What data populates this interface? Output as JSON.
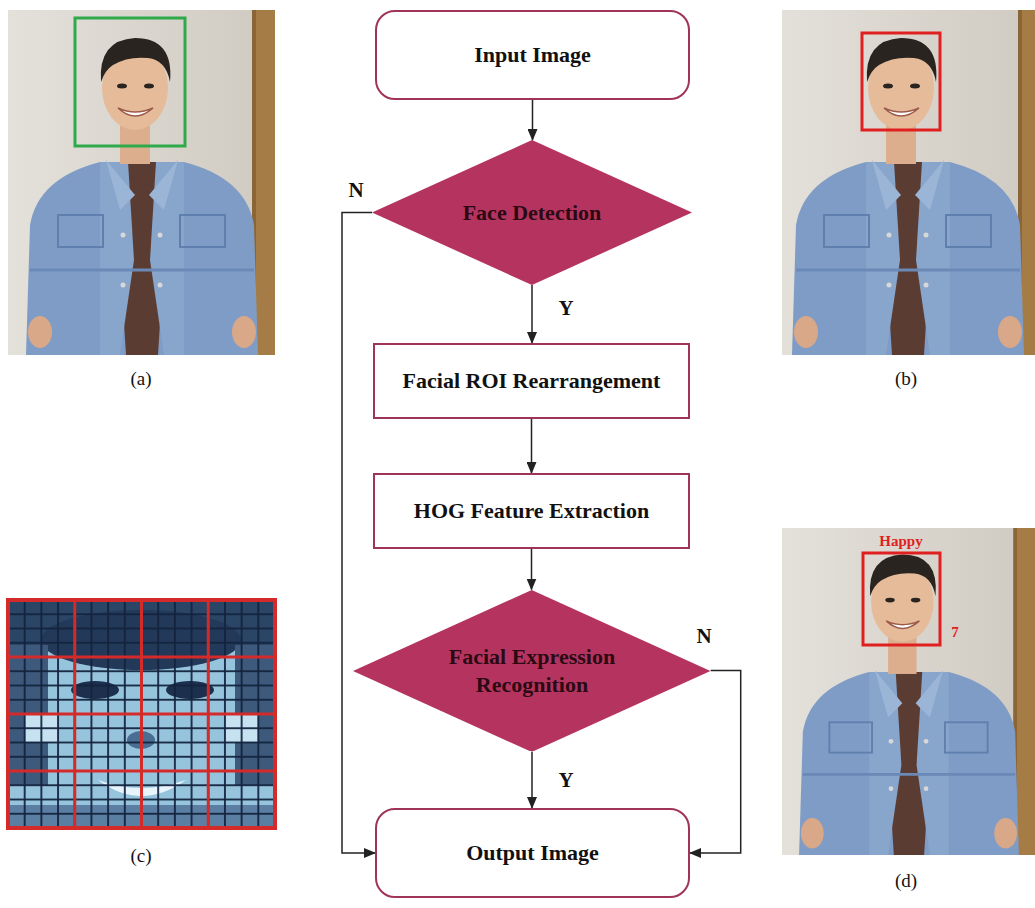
{
  "diagram": {
    "nodes": [
      {
        "text": [
          "Input Image"
        ]
      },
      {
        "text": [
          "Face Detection"
        ]
      },
      {
        "text": [
          "Facial ROI Rearrangement"
        ]
      },
      {
        "text": [
          "HOG Feature Extraction"
        ]
      },
      {
        "text": [
          "Facial Expression Recognition"
        ]
      },
      {
        "text": [
          "Output Image"
        ]
      }
    ],
    "edges": [
      {
        "from": 0,
        "to": 1,
        "arrow": "to"
      },
      {
        "from": 1,
        "to": 2,
        "label": "Y",
        "arrow": "to"
      },
      {
        "from": 2,
        "to": 3,
        "arrow": "to"
      },
      {
        "from": 3,
        "to": 4,
        "arrow": "to"
      },
      {
        "from": 4,
        "to": 5,
        "label": "Y",
        "arrow": "to"
      },
      {
        "from": 1,
        "to": 5,
        "label": "N",
        "arrow": "to"
      },
      {
        "from": 4,
        "to": 5,
        "label": "N",
        "arrow": "to"
      }
    ],
    "labels": [
      "(a)",
      "(b)",
      "(c)",
      "(d)",
      "Happy",
      "7"
    ]
  }
}
